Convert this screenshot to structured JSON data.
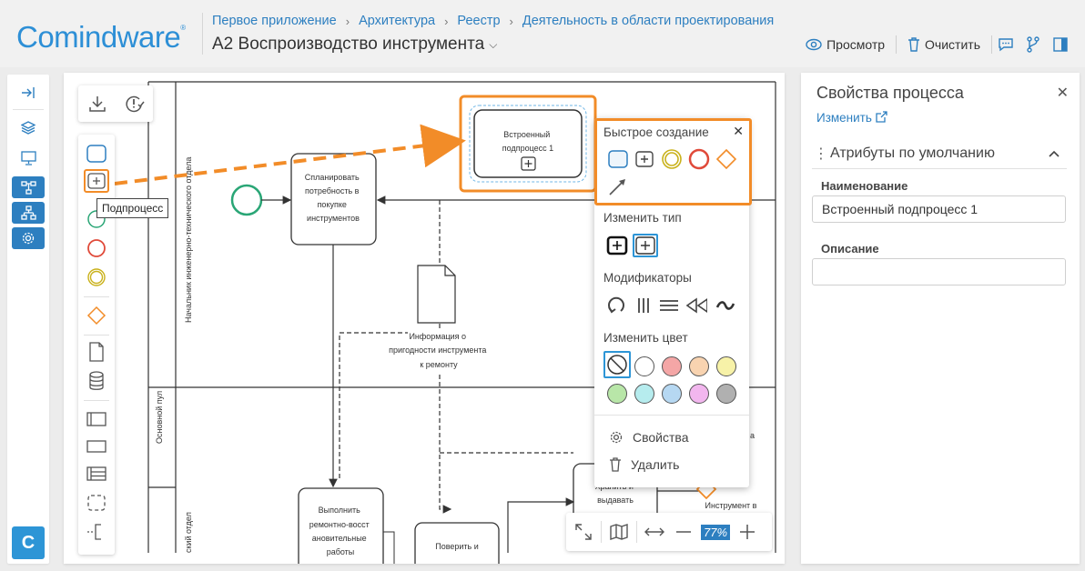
{
  "header": {
    "logo": "Comindware",
    "logo_mark": "®",
    "breadcrumbs": [
      "Первое приложение",
      "Архитектура",
      "Реестр",
      "Деятельность в области проектирования"
    ],
    "title": "A2 Воспроизводство инструмента",
    "preview_label": "Просмотр",
    "clear_label": "Очистить"
  },
  "canvas": {
    "lanes": [
      "Начальник инженерно-технического отдела",
      "Основной пул",
      "ский отдел"
    ],
    "tasks": {
      "plan": [
        "Спланировать",
        "потребность в",
        "покупке",
        "инструментов"
      ],
      "repair": [
        "Выполнить",
        "ремонтно-восст",
        "ановительные",
        "работы"
      ],
      "check": [
        "Поверить и"
      ],
      "store": [
        "Хранить и",
        "выдавать"
      ]
    },
    "subprocess": [
      "Встроенный",
      "подпроцесс 1"
    ],
    "data_object": [
      "Информация о",
      "пригодности инструмента",
      "к ремонту"
    ],
    "gateway_label": "Инструмент в",
    "partial_label": "а",
    "tooltip": "Подпроцесс",
    "zoom": "77%"
  },
  "popup": {
    "quick_create": "Быстрое создание",
    "change_type": "Изменить тип",
    "modifiers": "Модификаторы",
    "change_color": "Изменить цвет",
    "colors": [
      "#ffffff",
      "#f4a6a6",
      "#f8d3b0",
      "#f7f2a8",
      "#b8e6a8",
      "#b6ecee",
      "#b6d8f2",
      "#f2b6ee",
      "#b0b0b0"
    ],
    "properties": "Свойства",
    "delete": "Удалить"
  },
  "panel": {
    "title": "Свойства процесса",
    "edit": "Изменить",
    "group": "Атрибуты по умолчанию",
    "name_label": "Наименование",
    "name_value": "Встроенный подпроцесс 1",
    "desc_label": "Описание",
    "desc_value": ""
  }
}
